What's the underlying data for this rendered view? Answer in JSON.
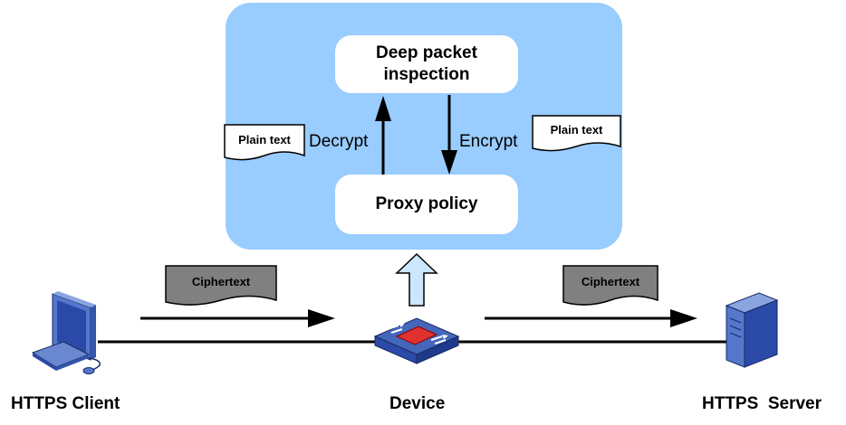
{
  "processing": {
    "deep_packet_inspection": "Deep packet inspection",
    "proxy_policy": "Proxy policy",
    "decrypt": "Decrypt",
    "encrypt": "Encrypt",
    "plain_text_left": "Plain text",
    "plain_text_right": "Plain text"
  },
  "traffic": {
    "ciphertext_left": "Ciphertext",
    "ciphertext_right": "Ciphertext"
  },
  "nodes": {
    "client": "HTTPS Client",
    "device": "Device",
    "server": "HTTPS  Server"
  },
  "colors": {
    "panel": "#99ccff",
    "up_arrow_fill": "#cce6ff",
    "doc_gray": "#808080",
    "device_blue": "#3355aa",
    "device_red": "#e03030"
  }
}
